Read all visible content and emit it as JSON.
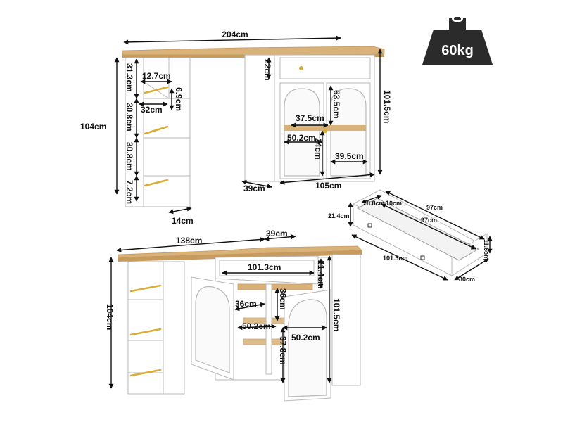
{
  "colors": {
    "wood": "#d9b27a",
    "wood_dark": "#c79a5e",
    "cabinet": "#ffffff",
    "outline": "#b9b9b9",
    "gold": "#d8ac35",
    "weight_badge": "#2b2b2b",
    "dim_line": "#111111"
  },
  "weight": {
    "label": "60kg",
    "icon": "weight-icon"
  },
  "top_view": {
    "total_width": "204cm",
    "height_left": "104cm",
    "drawer_height": "22cm",
    "cabinet_height": "101.5cm",
    "shelf_1": "31.3cm",
    "shelf_2": "30.8cm",
    "shelf_3": "30.8cm",
    "shelf_4": "7.2cm",
    "rack_width": "12.7cm",
    "rack_depth": "32cm",
    "rack_height": "6.9cm",
    "side_depth": "14cm",
    "arch_height": "63.5cm",
    "inner_width_a": "37.5cm",
    "inner_width_b": "50.2cm",
    "inner_height": "24cm",
    "inner_width_c": "39.5cm",
    "cabinet_depth": "39cm",
    "cabinet_width": "105cm"
  },
  "drawer_view": {
    "height": "21.4cm",
    "inner_a": "28.8cm",
    "inner_b": "10cm",
    "outer_length": "97cm",
    "inner_length": "97cm",
    "front_length": "101.3cm",
    "depth": "30cm",
    "side": "11.6cm"
  },
  "bottom_view": {
    "total_width": "138cm",
    "depth": "39cm",
    "height_left": "104cm",
    "drawer_width": "101.3cm",
    "drawer_height": "21.4cm",
    "cabinet_height": "101.5cm",
    "shelf_depth": "36cm",
    "shelf_height": "36cm",
    "inner_width_left": "50.2cm",
    "inner_width_right": "50.2cm",
    "lower_height": "37.8cm"
  }
}
